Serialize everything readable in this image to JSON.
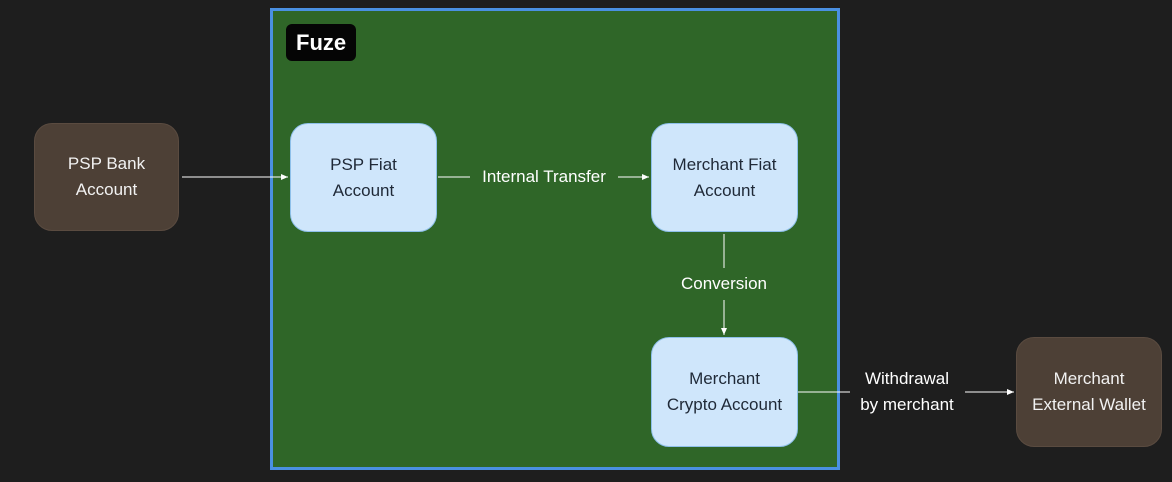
{
  "group": {
    "label": "Fuze",
    "border_color": "#4a90e2",
    "fill_color": "#2f6628"
  },
  "nodes": {
    "psp_bank": {
      "label": "PSP Bank\nAccount"
    },
    "psp_fiat": {
      "label": "PSP Fiat\nAccount"
    },
    "merchant_fiat": {
      "label": "Merchant Fiat\nAccount"
    },
    "merchant_crypto": {
      "label": "Merchant\nCrypto Account"
    },
    "merchant_wallet": {
      "label": "Merchant\nExternal Wallet"
    }
  },
  "edges": {
    "bank_to_fiat": {
      "label": ""
    },
    "internal_transfer": {
      "label": "Internal Transfer"
    },
    "conversion": {
      "label": "Conversion"
    },
    "withdrawal": {
      "label": "Withdrawal\nby merchant"
    }
  },
  "colors": {
    "background": "#1e1e1e",
    "external_node": "#4d4036",
    "internal_node": "#cfe6fb",
    "edge": "#ffffff"
  }
}
